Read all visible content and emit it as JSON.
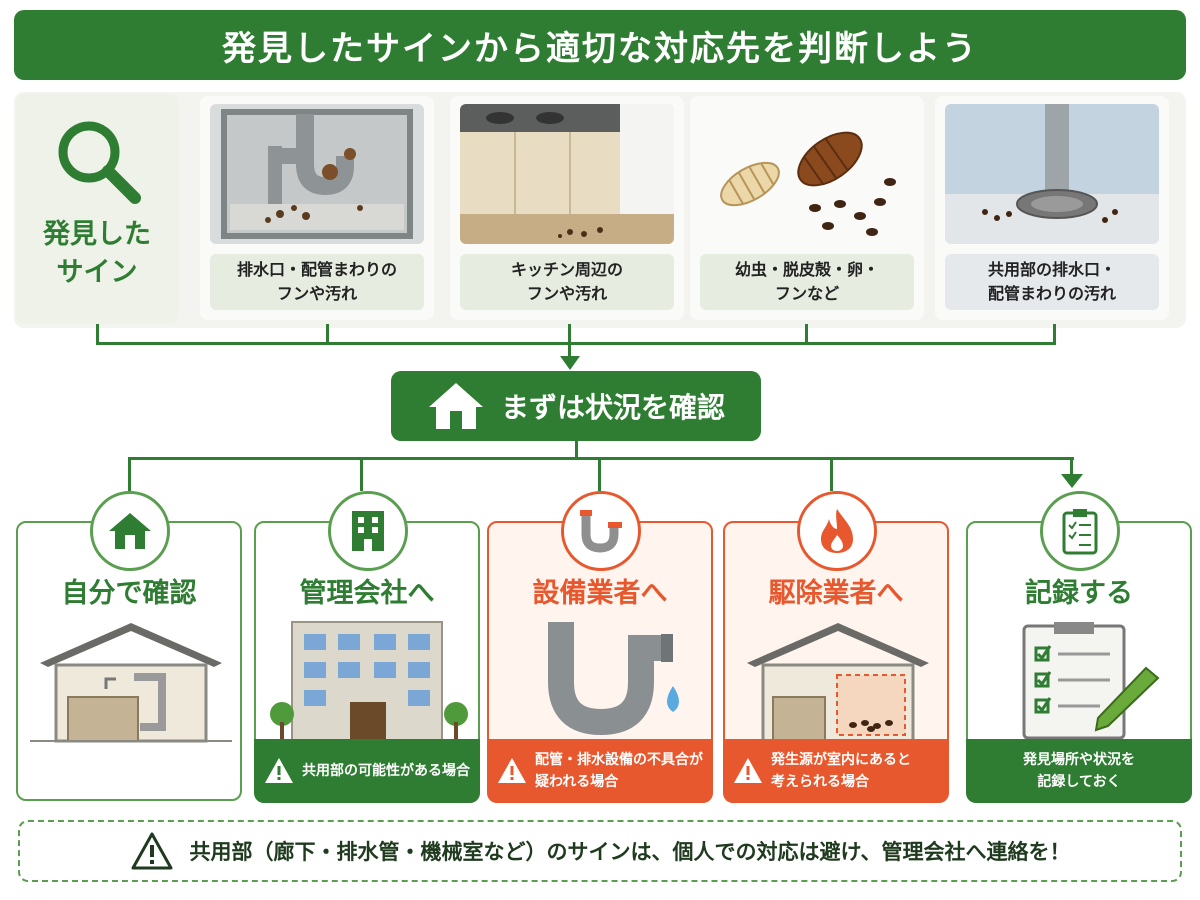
{
  "title": "発見したサインから適切な対応先を判断しよう",
  "signs": {
    "label_line1": "発見した",
    "label_line2": "サイン",
    "items": [
      {
        "line1": "排水口・配管まわりの",
        "line2": "フンや汚れ"
      },
      {
        "line1": "キッチン周辺の",
        "line2": "フンや汚れ"
      },
      {
        "line1": "幼虫・脱皮殻・卵・",
        "line2": "フンなど"
      },
      {
        "line1": "共用部の排水口・",
        "line2": "配管まわりの汚れ"
      }
    ]
  },
  "confirm": {
    "label": "まずは状況を確認"
  },
  "cards": [
    {
      "title": "自分で確認",
      "note": ""
    },
    {
      "title": "管理会社へ",
      "note": "共用部の可能性がある場合"
    },
    {
      "title": "設備業者へ",
      "note_line1": "配管・排水設備の不具合が",
      "note_line2": "疑われる場合"
    },
    {
      "title": "駆除業者へ",
      "note_line1": "発生源が室内にあると",
      "note_line2": "考えられる場合"
    },
    {
      "title": "記録する",
      "note_line1": "発見場所や状況を",
      "note_line2": "記録しておく"
    }
  ],
  "footer": {
    "text": "共用部（廊下・排水管・機械室など）のサインは、個人での対応は避け、管理会社へ連絡を！"
  },
  "colors": {
    "green": "#2e7d32",
    "orange": "#e8582e",
    "light_green": "#e6ecdf"
  },
  "icons": [
    "search-icon",
    "house-icon",
    "building-icon",
    "pipe-icon",
    "fire-icon",
    "clipboard-icon",
    "warning-icon"
  ]
}
